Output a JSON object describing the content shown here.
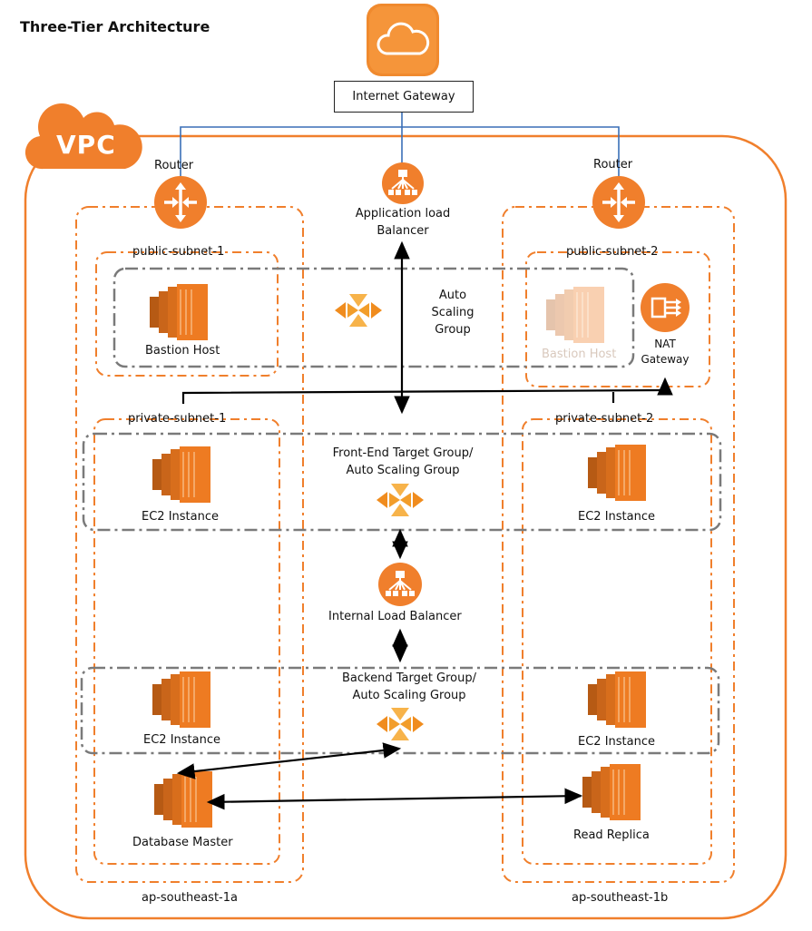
{
  "title": "Three-Tier Architecture",
  "internet_gateway": "Internet Gateway",
  "vpc_label": "VPC",
  "routers": {
    "left": "Router",
    "right": "Router"
  },
  "alb": "Application load\nBalancer",
  "subnets": {
    "public_1": "public-subnet-1",
    "public_2": "public-subnet-2",
    "private_1": "private-subnet-1",
    "private_2": "private-subnet-2"
  },
  "nodes": {
    "bastion_host": "Bastion Host",
    "bastion_host_faded": "Bastion Host",
    "nat_gateway": "NAT\nGateway",
    "auto_scaling_group": "Auto\nScaling\nGroup",
    "frontend_group": "Front-End Target Group/\nAuto Scaling Group",
    "ec2_front_left": "EC2 Instance",
    "ec2_front_right": "EC2 Instance",
    "internal_lb": "Internal Load Balancer",
    "backend_group": "Backend Target Group/\nAuto Scaling Group",
    "ec2_back_left": "EC2 Instance",
    "ec2_back_right": "EC2 Instance",
    "db_master": "Database Master",
    "read_replica": "Read Replica"
  },
  "azs": {
    "left": "ap-southeast-1a",
    "right": "ap-southeast-1b"
  },
  "colors": {
    "aws_orange": "#f07f2c",
    "ec2_orange": "#e8761e",
    "gray_dash": "#7a7a7a",
    "link_blue": "#3a6fb7"
  },
  "icons": [
    "cloud-icon",
    "router-icon",
    "load-balancer-icon",
    "ec2-icon",
    "auto-scaling-icon",
    "nat-gateway-icon"
  ]
}
